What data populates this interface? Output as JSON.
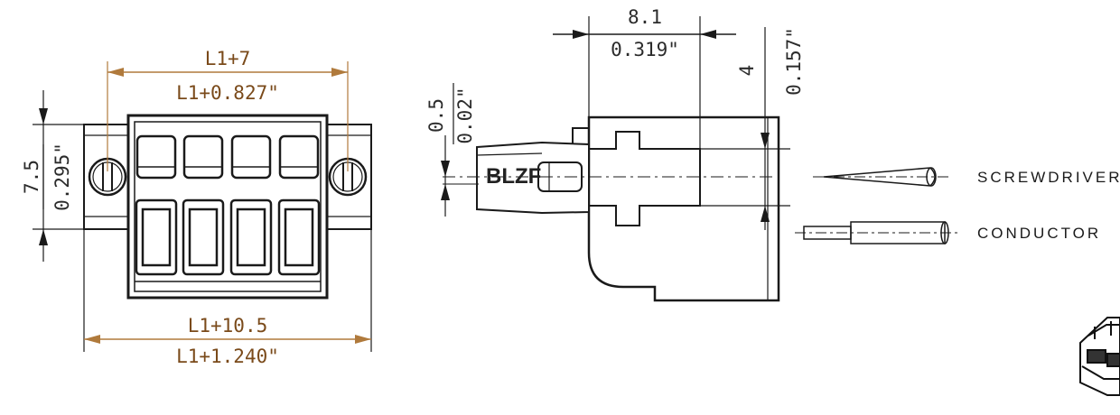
{
  "front_view": {
    "top_width": "L1+7",
    "top_width_in": "L1+0.827\"",
    "bottom_width": "L1+10.5",
    "bottom_width_in": "L1+1.240\"",
    "height": "7.5",
    "height_in": "0.295\""
  },
  "side_view": {
    "depth": "8.1",
    "depth_in": "0.319\"",
    "pin_offset": "0.5",
    "pin_offset_in": "0.02\"",
    "pin_height": "4",
    "pin_height_in": "0.157\"",
    "brand": "BLZF"
  },
  "legend": {
    "screwdriver": "SCREWDRIVER",
    "conductor": "CONDUCTOR"
  },
  "colors": {
    "line": "#1a1a1a",
    "dim_brown": "#b07a3c",
    "dim_text": "#2b2b2b"
  }
}
